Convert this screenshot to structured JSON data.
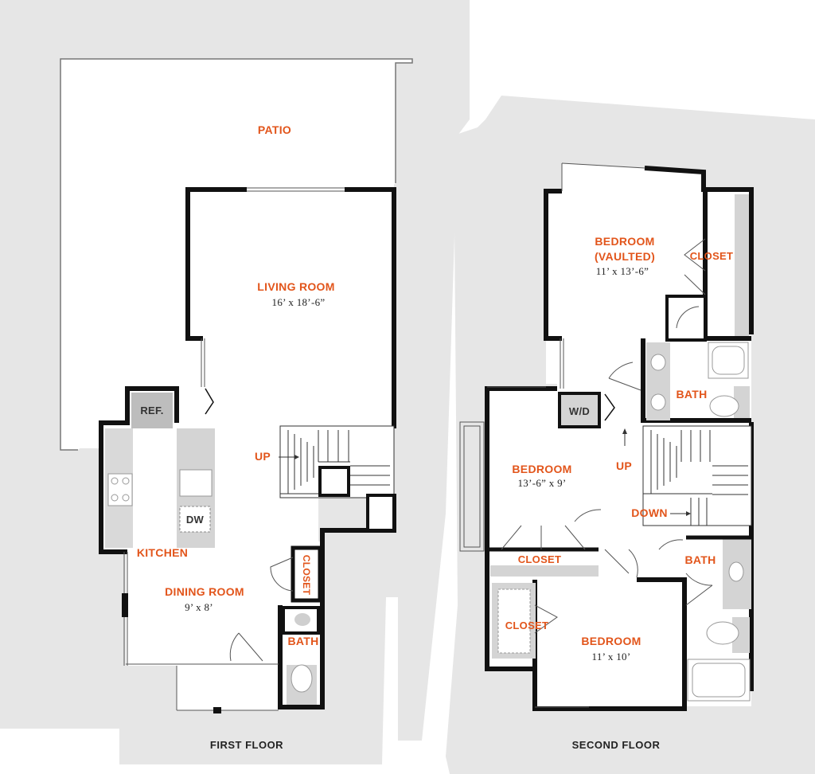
{
  "first_floor": {
    "title": "FIRST FLOOR",
    "patio": "PATIO",
    "living_room": {
      "name": "LIVING ROOM",
      "size": "16’ x 18’-6”"
    },
    "ref": "REF.",
    "dw": "DW",
    "up": "UP",
    "kitchen": "KITCHEN",
    "dining_room": {
      "name": "DINING ROOM",
      "size": "9’ x 8’"
    },
    "closet": "CLOSET",
    "bath": "BATH"
  },
  "second_floor": {
    "title": "SECOND FLOOR",
    "master_bedroom": {
      "name": "BEDROOM",
      "note": "(VAULTED)",
      "size": "11’ x 13’-6”"
    },
    "master_closet": "CLOSET",
    "master_bath": "BATH",
    "wd": "W/D",
    "up": "UP",
    "down": "DOWN",
    "bedroom_2": {
      "name": "BEDROOM",
      "size": "13’-6” x 9’"
    },
    "bedroom_2_closet": "CLOSET",
    "hall_bath": "BATH",
    "bedroom_3": {
      "name": "BEDROOM",
      "size": "11’ x 10’"
    },
    "bedroom_3_closet": "CLOSET"
  },
  "colors": {
    "wall": "#111111",
    "label": "#e2551b",
    "shadow": "#e6e6e6",
    "fixture": "#d4d4d4"
  }
}
